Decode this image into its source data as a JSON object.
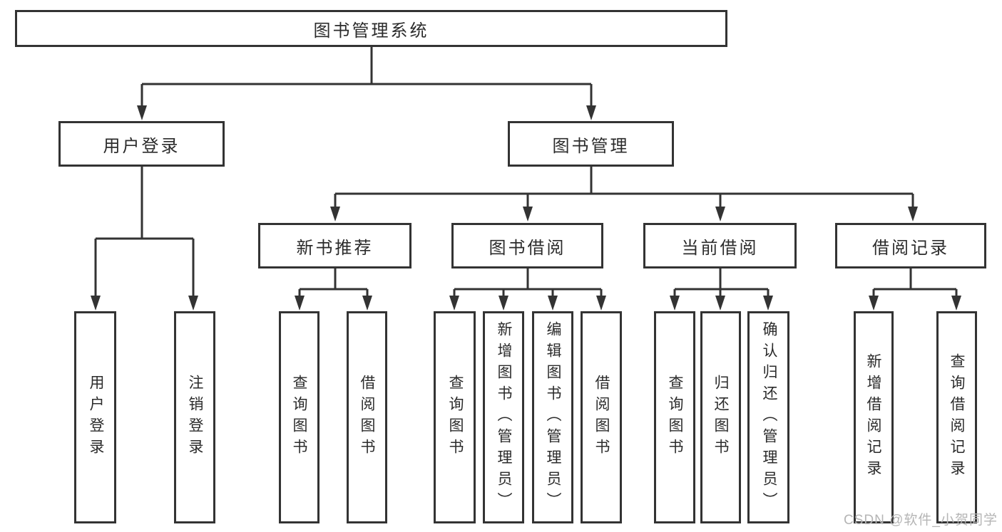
{
  "diagram_title": "图书管理系统",
  "nodes": {
    "root": {
      "label": "图书管理系统"
    },
    "l2": {
      "login": {
        "label": "用户登录"
      },
      "mgmt": {
        "label": "图书管理"
      }
    },
    "l3": {
      "recommend": {
        "label": "新书推荐"
      },
      "borrow": {
        "label": "图书借阅"
      },
      "current": {
        "label": "当前借阅"
      },
      "records": {
        "label": "借阅记录"
      }
    },
    "leaves": {
      "login_user": {
        "label": "用户登录"
      },
      "login_logout": {
        "label": "注销登录"
      },
      "rec_query": {
        "label": "查询图书"
      },
      "rec_borrow": {
        "label": "借阅图书"
      },
      "bor_query": {
        "label": "查询图书"
      },
      "bor_add": {
        "label": "新增图书（管理员）"
      },
      "bor_edit": {
        "label": "编辑图书（管理员）"
      },
      "bor_borrow": {
        "label": "借阅图书"
      },
      "cur_query": {
        "label": "查询图书"
      },
      "cur_return": {
        "label": "归还图书"
      },
      "cur_confirm": {
        "label": "确认归还（管理员）"
      },
      "recs_add": {
        "label": "新增借阅记录"
      },
      "recs_query": {
        "label": "查询借阅记录"
      }
    }
  },
  "watermark": {
    "text": "CSDN @软件_小贺同学"
  },
  "colors": {
    "line": "#333333",
    "box_border": "#333333",
    "text": "#2b2b2b",
    "watermark": "#b5b5b5",
    "background": "#ffffff"
  }
}
